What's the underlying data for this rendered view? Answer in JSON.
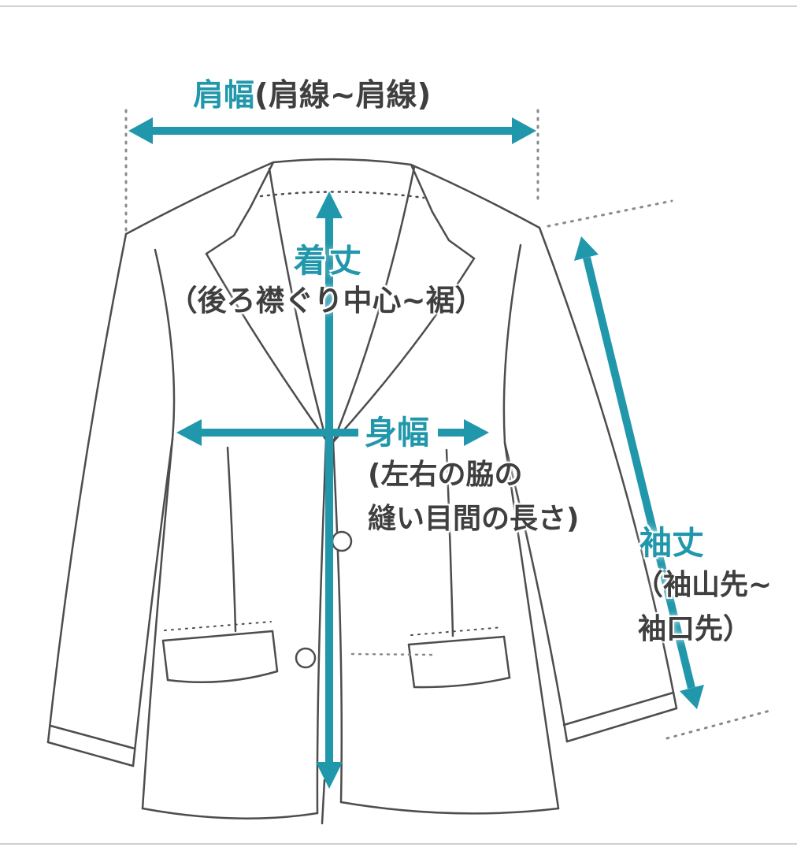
{
  "colors": {
    "accent": "#2197ab",
    "line": "#4d4d4d",
    "text": "#3f3f3f",
    "background": "#ffffff",
    "frame_border": "#cfcfcf"
  },
  "labels": {
    "shoulder_width": {
      "term": "肩幅",
      "note": "(肩線~肩線)"
    },
    "body_length": {
      "term": "着丈",
      "note": "（後ろ襟ぐり中心~裾）"
    },
    "body_width": {
      "term": "身幅",
      "note_line1": "(左右の脇の",
      "note_line2": "縫い目間の長さ)"
    },
    "sleeve_length": {
      "term": "袖丈",
      "note_line1": "（袖山先~",
      "note_line2": "袖口先）"
    }
  },
  "diagram": {
    "subject": "tailored-jacket-measurement-guide",
    "arrows": [
      {
        "name": "shoulder-width-arrow",
        "orientation": "horizontal"
      },
      {
        "name": "body-length-arrow",
        "orientation": "vertical"
      },
      {
        "name": "body-width-arrow",
        "orientation": "horizontal"
      },
      {
        "name": "sleeve-length-arrow",
        "orientation": "diagonal"
      }
    ]
  }
}
